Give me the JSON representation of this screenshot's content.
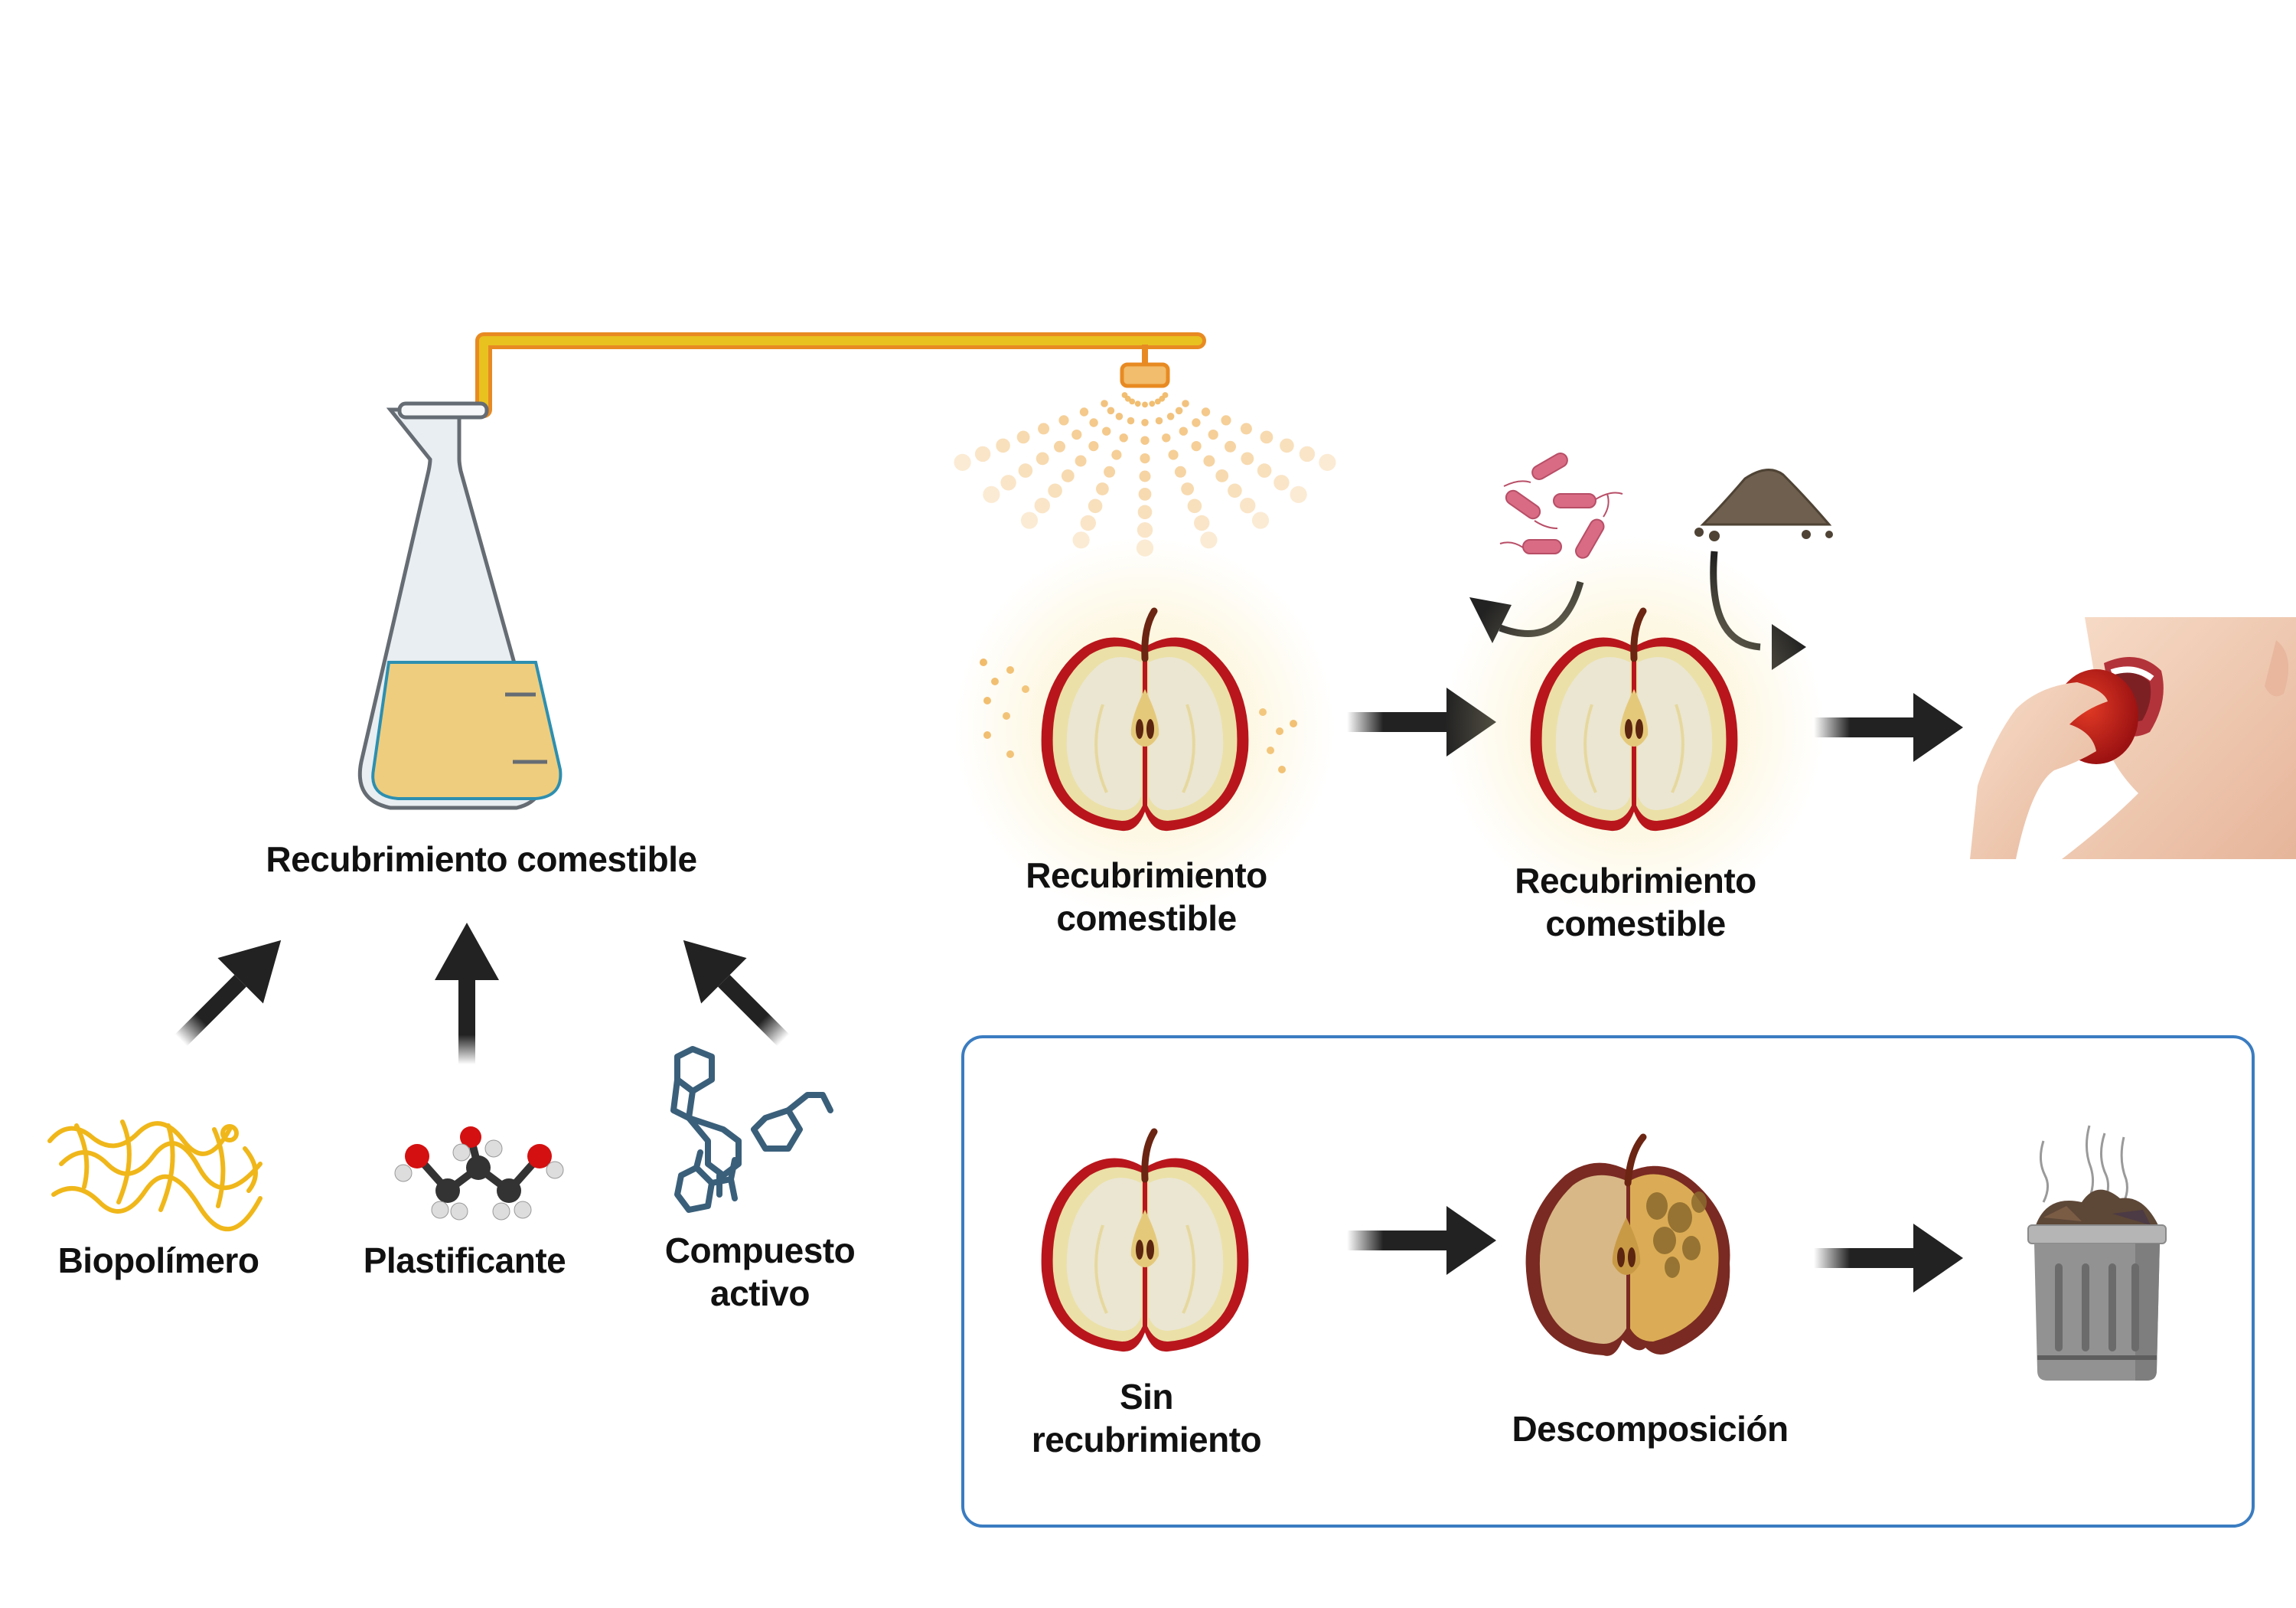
{
  "colors": {
    "pipe": "#e8c21f",
    "pipe_outline": "#e88a22",
    "spray": "#f0b866",
    "flask_liquid": "#eecd7e",
    "apple_red": "#b8161c",
    "apple_flesh": "#ece6cd",
    "arrow": "#222222",
    "box_border": "#3a7cc1",
    "molecule_blue": "#3a5f7a",
    "biopolymer_yellow": "#f0b71a",
    "bacteria_pink": "#d96b84",
    "soil_brown": "#6e5f4e",
    "trash_gray": "#8f8f8f"
  },
  "preparation": {
    "flask_label": "Recubrimiento comestible",
    "ingredients": [
      {
        "label": "Biopolímero",
        "icon": "biopolymer-icon"
      },
      {
        "label": "Plastificante",
        "icon": "glycerol-molecule-icon"
      },
      {
        "label": "Compuesto activo",
        "label_lines": [
          "Compuesto",
          "activo"
        ],
        "icon": "active-compound-icon"
      }
    ]
  },
  "coated_path": {
    "steps": [
      {
        "label_lines": [
          "Recubrimiento",
          "comestible"
        ],
        "icon": "sprayed-apple-icon"
      },
      {
        "label_lines": [
          "Recubrimiento",
          "comestible"
        ],
        "icon": "protected-apple-icon"
      },
      {
        "label_lines": [],
        "icon": "person-eating-apple-image"
      }
    ],
    "threats": [
      "bacteria-icon",
      "soil-icon"
    ]
  },
  "uncoated_path": {
    "steps": [
      {
        "label_lines": [
          "Sin",
          "recubrimiento"
        ],
        "icon": "apple-half-icon"
      },
      {
        "label_lines": [
          "Descomposición"
        ],
        "icon": "rotten-apple-icon"
      },
      {
        "label_lines": [],
        "icon": "trash-can-icon"
      }
    ]
  }
}
